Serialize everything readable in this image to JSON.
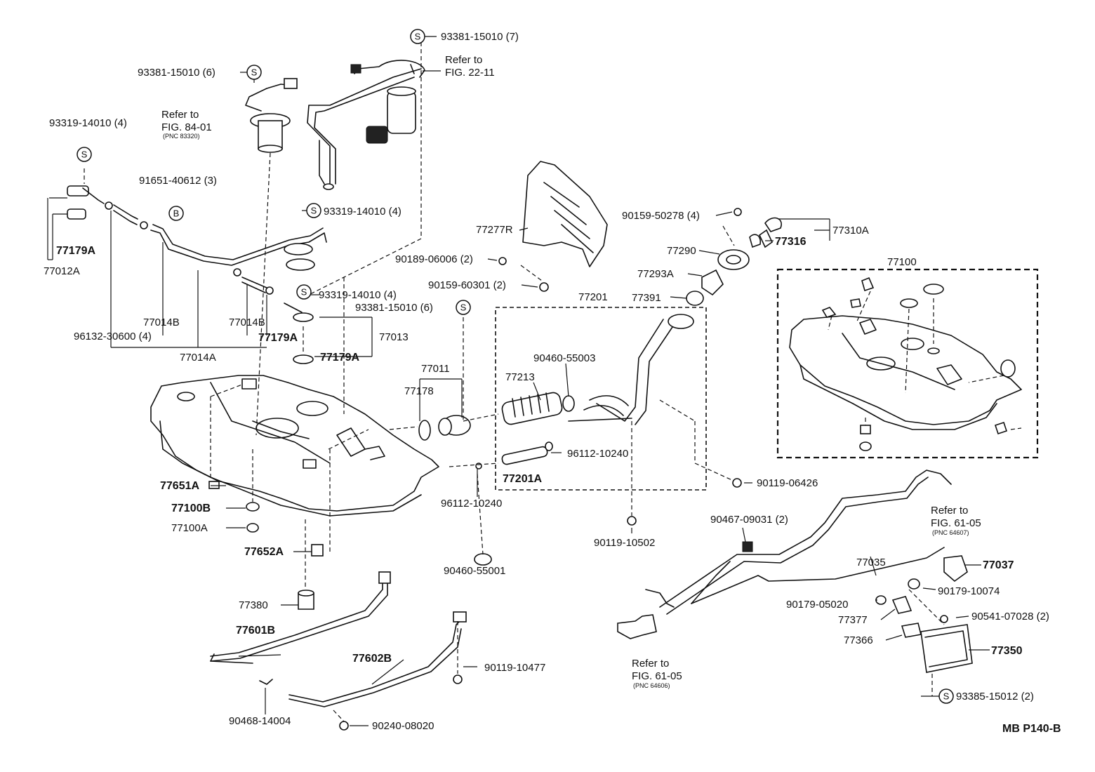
{
  "footer_code": "MB P140-B",
  "symbols": {
    "s": "S",
    "b": "B"
  },
  "labels": {
    "p93381_top": "93381-15010 (7)",
    "refer22_a": "Refer to",
    "refer22_b": "FIG. 22-11",
    "p93381_left": "93381-15010 (6)",
    "refer84_a": "Refer to",
    "refer84_b": "FIG. 84-01",
    "refer84_c": "(PNC 83320)",
    "p93319_left": "93319-14010 (4)",
    "p91651": "91651-40612 (3)",
    "p93319_mid": "93319-14010 (4)",
    "p77179A_l": "77179A",
    "p77012A": "77012A",
    "p77014B_a": "77014B",
    "p77014B_b": "77014B",
    "p96132": "96132-30600 (4)",
    "p77014A": "77014A",
    "p77179A_m": "77179A",
    "p93319_low": "93319-14010 (4)",
    "p93381_low": "93381-15010 (6)",
    "p77013": "77013",
    "p77179A_b": "77179A",
    "p77277R": "77277R",
    "p90189": "90189-06006 (2)",
    "p90159_603": "90159-60301 (2)",
    "p90159_502": "90159-50278 (4)",
    "p77290": "77290",
    "p77293A": "77293A",
    "p77391": "77391",
    "p77316": "77316",
    "p77310A": "77310A",
    "p77100": "77100",
    "p77201": "77201",
    "p90460_003": "90460-55003",
    "p77011": "77011",
    "p77213": "77213",
    "p77178": "77178",
    "p96112_a": "96112-10240",
    "p77201A": "77201A",
    "p96112_b": "96112-10240",
    "p90119_426": "90119-06426",
    "p77651A": "77651A",
    "p77100B": "77100B",
    "p77100A": "77100A",
    "p77652A": "77652A",
    "p90460_001": "90460-55001",
    "p90119_502": "90119-10502",
    "p90467": "90467-09031 (2)",
    "refer61_a": "Refer to",
    "refer61_b": "FIG. 61-05",
    "refer61_c": "(PNC 64607)",
    "p77035": "77035",
    "p77037": "77037",
    "p90179_074": "90179-10074",
    "p90179_020": "90179-05020",
    "p77377": "77377",
    "p90541": "90541-07028 (2)",
    "p77366": "77366",
    "p77350": "77350",
    "p93385": "93385-15012 (2)",
    "refer61b_a": "Refer to",
    "refer61b_b": "FIG. 61-05",
    "refer61b_c": "(PNC 64606)",
    "p77380": "77380",
    "p77601B": "77601B",
    "p77602B": "77602B",
    "p90119_477": "90119-10477",
    "p90468": "90468-14004",
    "p90240": "90240-08020"
  }
}
